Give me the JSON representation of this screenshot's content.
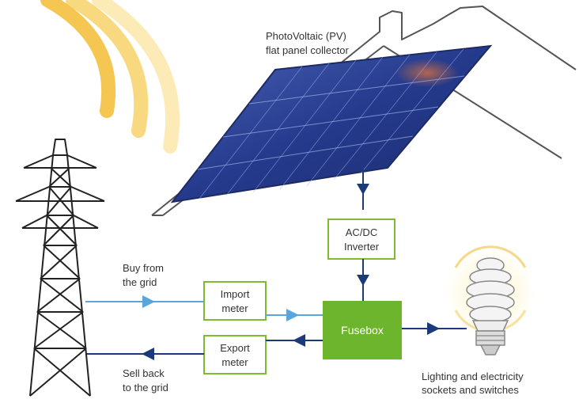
{
  "labels": {
    "pv_line1": "PhotoVoltaic (PV)",
    "pv_line2": "flat panel collector",
    "inverter_line1": "AC/DC",
    "inverter_line2": "Inverter",
    "import_line1": "Import",
    "import_line2": "meter",
    "export_line1": "Export",
    "export_line2": "meter",
    "fusebox": "Fusebox",
    "buy_line1": "Buy from",
    "buy_line2": "the grid",
    "sell_line1": "Sell back",
    "sell_line2": "to the grid",
    "lighting_line1": "Lighting and electricity",
    "lighting_line2": "sockets and switches"
  },
  "colors": {
    "box_border": "#7dbb2f",
    "fusebox_fill": "#6cb52d",
    "dark_arrow": "#1c3a7a",
    "light_arrow": "#5aa6dc",
    "panel": "#2a3f8f",
    "sun": "#f5c648"
  }
}
